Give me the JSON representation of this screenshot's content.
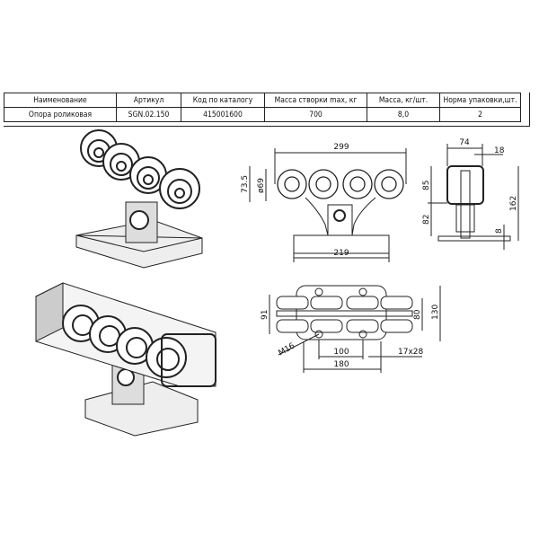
{
  "spec_table": {
    "headers": [
      "Наименование",
      "Артикул",
      "Код по каталогу",
      "Масса створки max, кг",
      "Масса, кг/шт.",
      "Норма упаковки,шт."
    ],
    "row": [
      "Опора роликовая",
      "SGN.02.150",
      "415001600",
      "700",
      "8,0",
      "2"
    ]
  },
  "front_view": {
    "width": "299",
    "height": "73.5",
    "wheel_diameter": "ø69",
    "base_width": "219"
  },
  "side_view": {
    "top_width": "74",
    "gap": "18",
    "upper_height": "85",
    "lower_height": "82",
    "total_height": "162",
    "plate_thickness": "8"
  },
  "plan_view": {
    "outer_width": "91",
    "inner_width": "80",
    "plate_width": "130",
    "thread": "M16",
    "hole_spacing": "100",
    "plate_length": "180",
    "slot": "17x28"
  }
}
